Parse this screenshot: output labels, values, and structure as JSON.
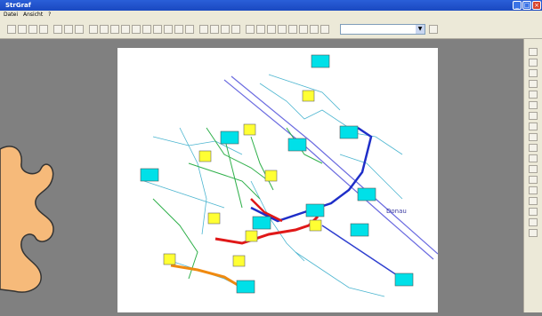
{
  "window": {
    "title": "StrGraf",
    "min": "_",
    "max": "□",
    "close": "×"
  },
  "menu": [
    {
      "label": "Datei"
    },
    {
      "label": "Ansicht"
    },
    {
      "label": "?"
    }
  ],
  "map": {
    "river_label": "Donau"
  },
  "colors": {
    "titlebar": "#1a48c0",
    "chrome": "#ece9d8",
    "desktop": "#808080",
    "node_cyan": "#00e0e8",
    "node_yellow": "#ffff33",
    "puzzle": "#f6ba7a"
  }
}
